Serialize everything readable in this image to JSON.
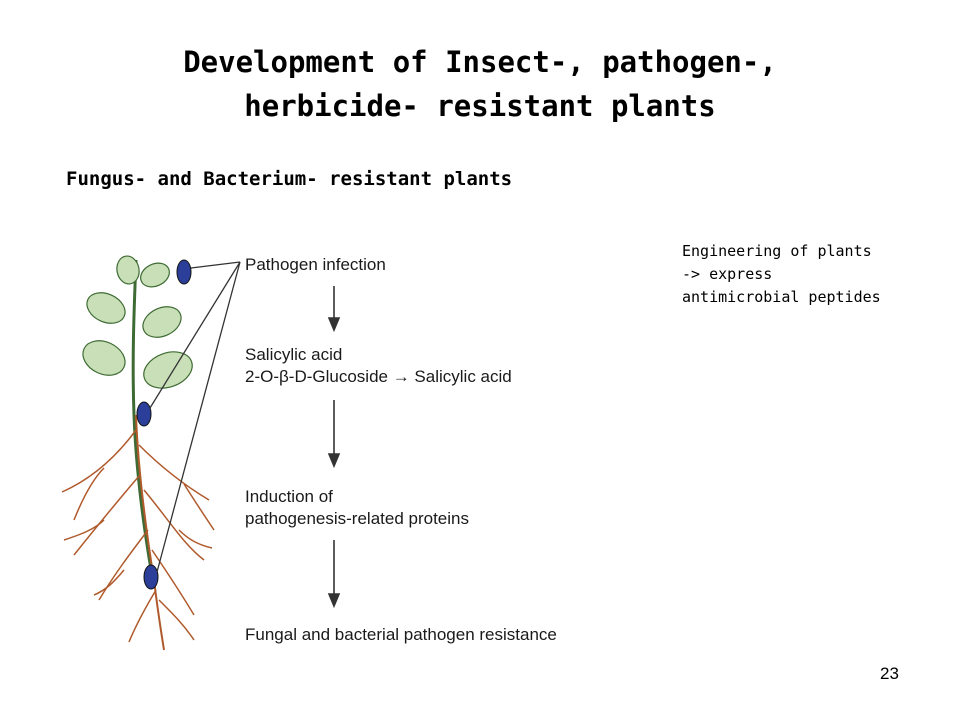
{
  "slide": {
    "title_line1": "Development of Insect-, pathogen-,",
    "title_line2": "herbicide- resistant plants",
    "subtitle": "Fungus- and Bacterium- resistant plants",
    "note_line1": "Engineering of plants",
    "note_line2": "-> express",
    "note_line3": "antimicrobial peptides",
    "page_number": "23"
  },
  "figure": {
    "steps": {
      "pathogen_infection": "Pathogen infection",
      "salicylic_acid": "Salicylic acid",
      "glucoside_conversion": "2-O-β-D-Glucoside → Salicylic acid",
      "induction_line1": "Induction of",
      "induction_line2": "pathogenesis-related proteins",
      "resistance": "Fungal and bacterial pathogen resistance"
    },
    "colors": {
      "leaf": "#c9dfb8",
      "leaf_edge": "#3e6b33",
      "stem": "#b05a2c",
      "root": "#b05a2c",
      "pathogen": "#2b3f9a",
      "arrow": "#333333"
    }
  }
}
